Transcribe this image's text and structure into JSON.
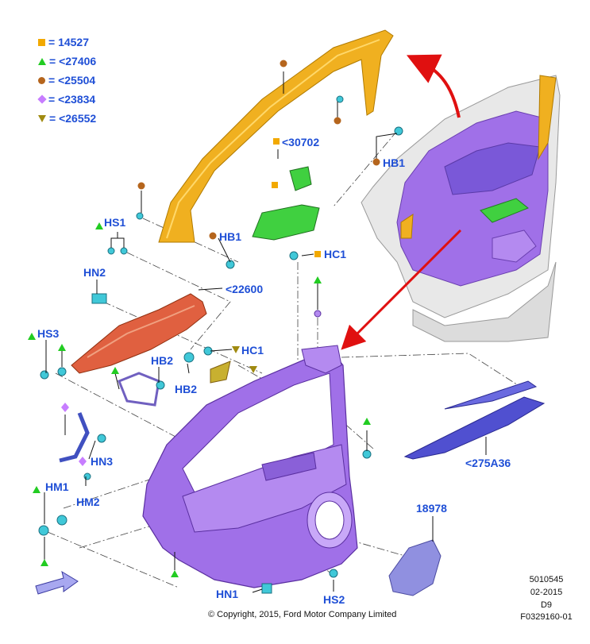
{
  "legend": [
    {
      "shape": "square",
      "color": "#f2a900",
      "text": "= 14527"
    },
    {
      "shape": "triangle-up",
      "color": "#22cc22",
      "text": "= <27406"
    },
    {
      "shape": "circle",
      "color": "#b5651d",
      "text": "= <25504"
    },
    {
      "shape": "diamond",
      "color": "#c77dff",
      "text": "= <23834"
    },
    {
      "shape": "triangle-down",
      "color": "#a08a10",
      "text": "= <26552"
    }
  ],
  "callouts": {
    "c30702": "<30702",
    "hb1_top": "HB1",
    "hs1": "HS1",
    "hb1_mid": "HB1",
    "hc1_top": "HC1",
    "hn2": "HN2",
    "c22600": "<22600",
    "hs3": "HS3",
    "hc1_mid": "HC1",
    "hb2_top": "HB2",
    "hb2_bottom": "HB2",
    "hn3": "HN3",
    "hm1": "HM1",
    "hm2": "HM2",
    "c275a36": "<275A36",
    "c18978": "18978",
    "hn1": "HN1",
    "hs2": "HS2"
  },
  "info": {
    "code": "5010545",
    "date": "02-2015",
    "variant": "D9",
    "figure_id": "F0329160-01"
  },
  "copyright": "© Copyright, 2015, Ford Motor Company Limited",
  "colors": {
    "label_blue": "#1f4fd6",
    "trim_purple": "#a070e8",
    "frame_orange": "#f0b020",
    "bracket_red": "#e06040",
    "switch_green": "#40d040",
    "clip_cyan": "#40c8d8"
  }
}
